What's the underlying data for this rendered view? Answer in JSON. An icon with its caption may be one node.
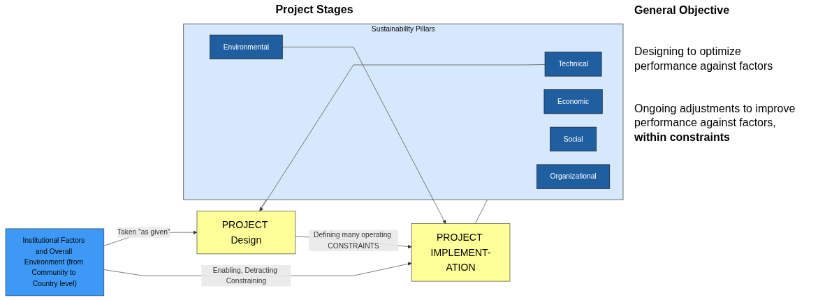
{
  "diagram": {
    "nodes": [
      {
        "text": [
          "Institutional Factors and Overall Environment (from Community to Country level)"
        ]
      },
      {
        "text": [
          "PROJECT Design"
        ]
      },
      {
        "text": [
          "PROJECT IMPLEMENT-ATION"
        ]
      },
      {
        "text": [
          "Sustainability Pillars"
        ]
      },
      {
        "text": [
          "Technical"
        ],
        "in": 3
      },
      {
        "text": [
          "Economic"
        ],
        "in": 3
      },
      {
        "text": [
          "Social"
        ],
        "in": 3
      },
      {
        "text": [
          "Organizational"
        ],
        "in": 3
      },
      {
        "text": [
          "Environmental"
        ],
        "in": 3
      }
    ],
    "edges": [
      {
        "from": 0,
        "to": 1,
        "label": "Taken \"as given\"",
        "arrow": "to"
      },
      {
        "from": 0,
        "to": 2,
        "label": "Enabling, Detracting Constraining",
        "arrow": "to"
      },
      {
        "from": 1,
        "to": 2,
        "label": "Defining many operating CONSTRAINTS",
        "arrow": "to"
      },
      {
        "from": 1,
        "to": 3,
        "arrow": "none"
      },
      {
        "from": 4,
        "to": 1,
        "arrow": "to"
      },
      {
        "from": 2,
        "to": 3,
        "arrow": "none"
      },
      {
        "from": 8,
        "to": 2,
        "arrow": "to"
      }
    ],
    "labels": [
      "Project Stages",
      "General Objective",
      "Designing to optimize performance against factors",
      "Ongoing adjustments to improve performance against factors, **within constraints**"
    ]
  }
}
